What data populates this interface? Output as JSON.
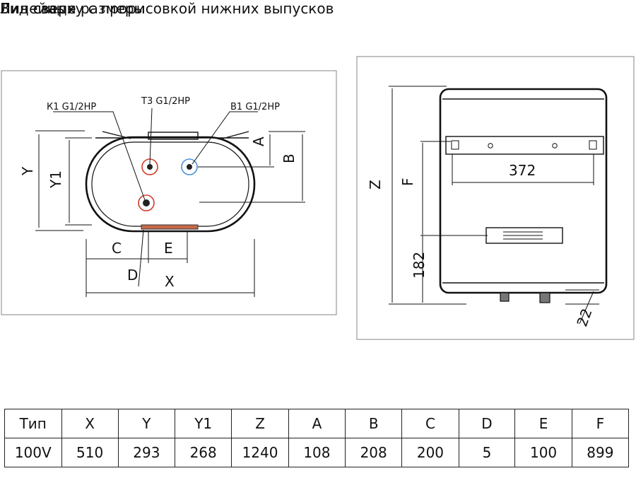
{
  "titles": {
    "top_view": "Вид сверху с прорисовкой нижних выпусков",
    "rear_view": "Вид сзади",
    "table": "Линейные размеры"
  },
  "ports": {
    "cold": "К1 G1/2НР",
    "t3": "Т3 G1/2НР",
    "b1": "В1 G1/2НР"
  },
  "top_dims": {
    "Y": "Y",
    "Y1": "Y1",
    "A": "A",
    "B": "B",
    "C": "C",
    "D": "D",
    "E": "E",
    "X": "X"
  },
  "rear_dims": {
    "Z": "Z",
    "F": "F",
    "w372": "372",
    "h182": "182",
    "h22": "22"
  },
  "table": {
    "headers": [
      "Тип",
      "X",
      "Y",
      "Y1",
      "Z",
      "A",
      "B",
      "C",
      "D",
      "E",
      "F"
    ],
    "rows": [
      [
        "100V",
        "510",
        "293",
        "268",
        "1240",
        "108",
        "208",
        "200",
        "5",
        "100",
        "899"
      ]
    ]
  }
}
